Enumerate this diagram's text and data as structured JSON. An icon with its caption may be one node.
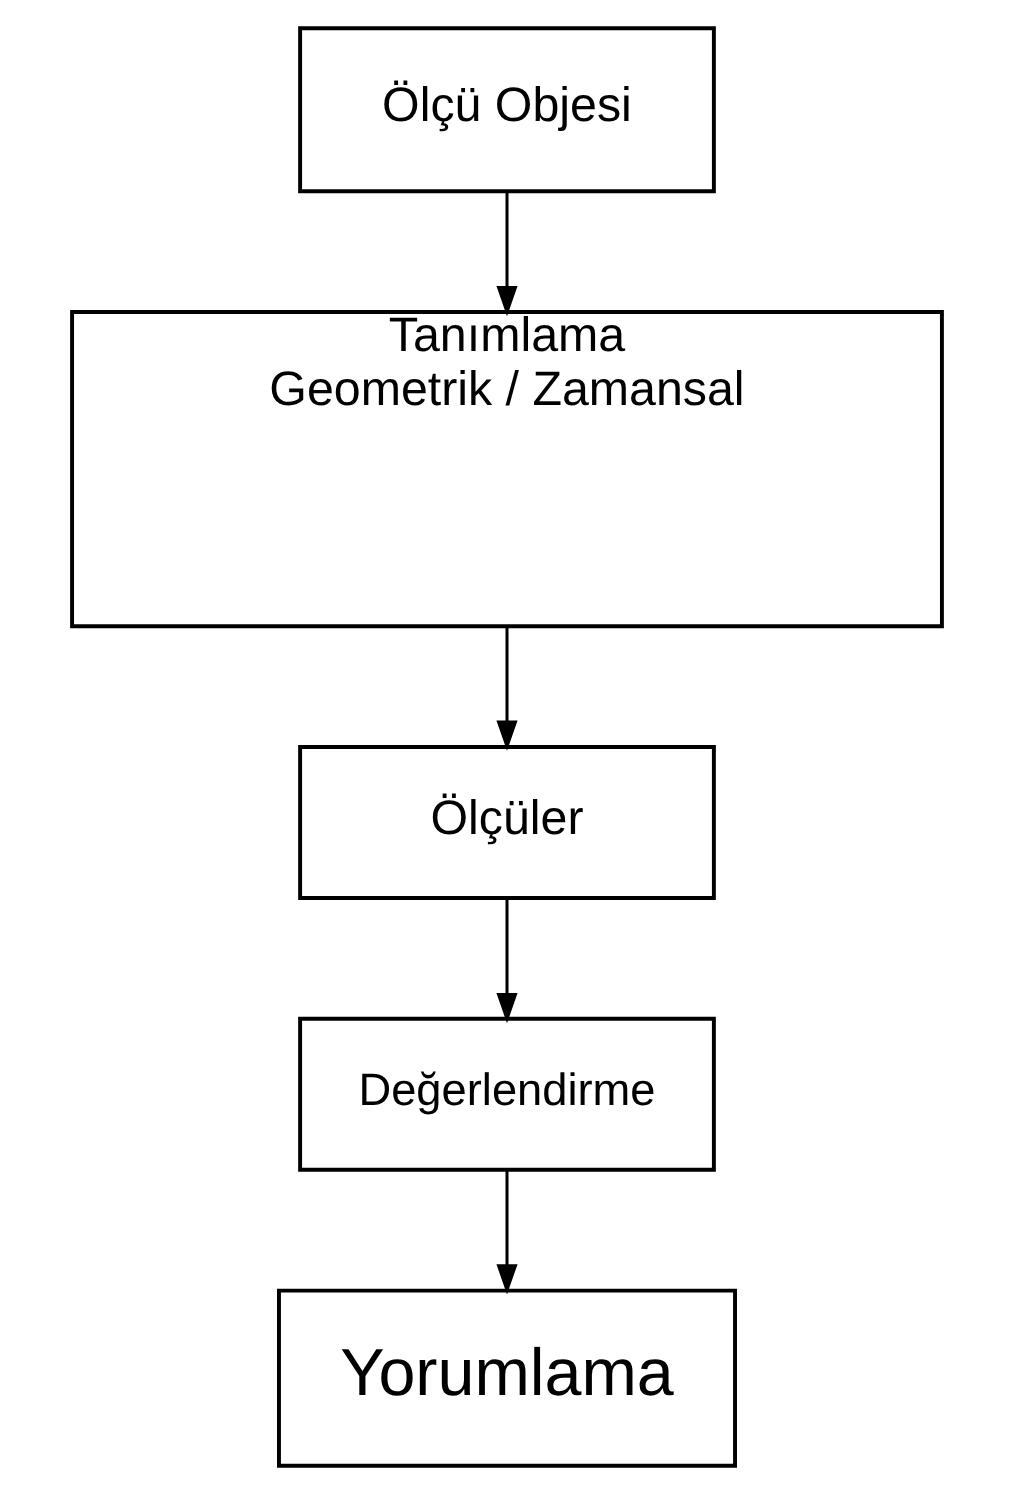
{
  "diagram": {
    "nodes": [
      {
        "text": [
          "Ölçü Objesi"
        ]
      },
      {
        "text": [
          "Tanımlama",
          "Geometrik / Zamansal"
        ]
      },
      {
        "text": [
          "Ölçüler"
        ]
      },
      {
        "text": [
          "Değerlendirme"
        ]
      },
      {
        "text": [
          "Yorumlama"
        ]
      }
    ],
    "edges": [
      {
        "from": 0,
        "to": 1,
        "arrow": "to"
      },
      {
        "from": 1,
        "to": 2,
        "arrow": "to"
      },
      {
        "from": 2,
        "to": 3,
        "arrow": "to"
      },
      {
        "from": 3,
        "to": 4,
        "arrow": "to"
      }
    ]
  }
}
